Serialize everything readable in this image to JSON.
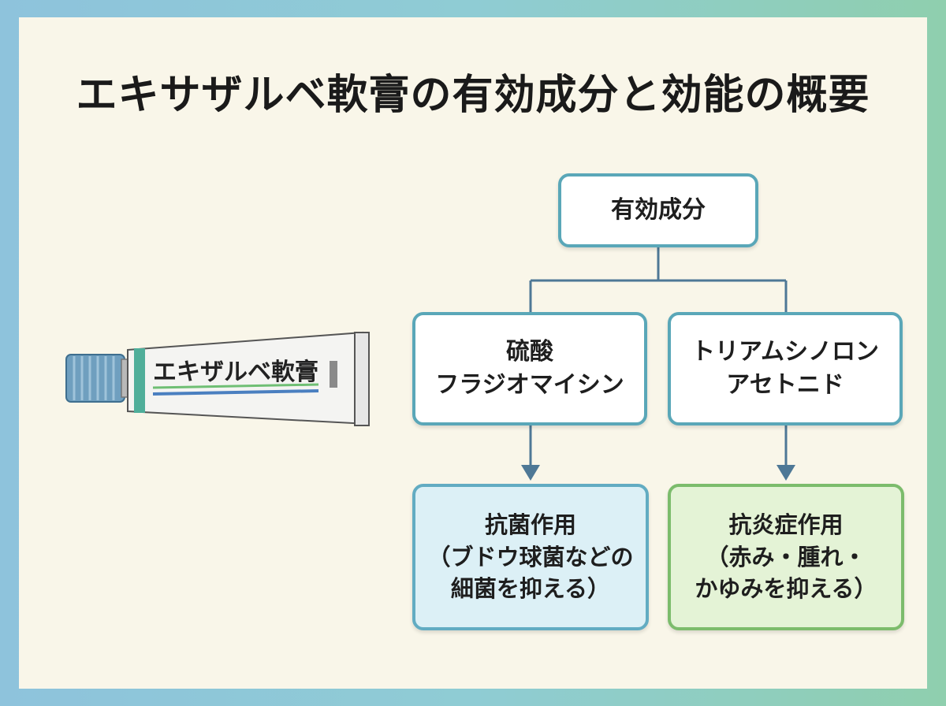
{
  "title": "エキサザルベ軟膏の有効成分と効能の概要",
  "product": {
    "label": "エキザルベ軟膏"
  },
  "diagram": {
    "root": {
      "label": "有効成分"
    },
    "ingredients": [
      {
        "label": "硫酸\nフラジオマイシン"
      },
      {
        "label": "トリアムシノロン\nアセトニド"
      }
    ],
    "effects": [
      {
        "label": "抗菌作用\n（ブドウ球菌などの\n細菌を抑える）"
      },
      {
        "label": "抗炎症作用\n（赤み・腫れ・\nかゆみを抑える）"
      }
    ]
  },
  "colors": {
    "connector": "#4e7896",
    "box_border": "#5aa7b8",
    "effect_antibacterial_fill": "#dcf0f6",
    "effect_antiinflammatory_fill": "#e4f3d6"
  }
}
